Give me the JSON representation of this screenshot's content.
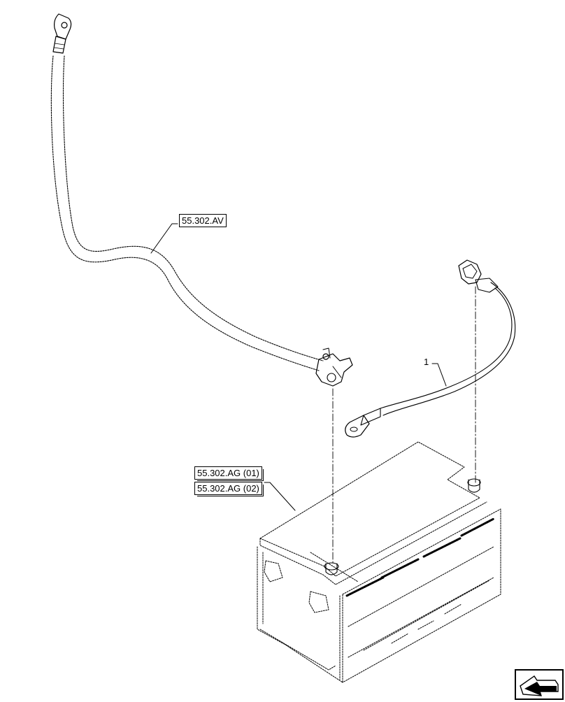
{
  "callouts": {
    "cable_ref": "55.302.AV",
    "battery_ref_1": "55.302.AG (01)",
    "battery_ref_2": "55.302.AG (02)",
    "item_number": "1"
  },
  "icons": {
    "nav": "next-page-arrow-icon"
  }
}
